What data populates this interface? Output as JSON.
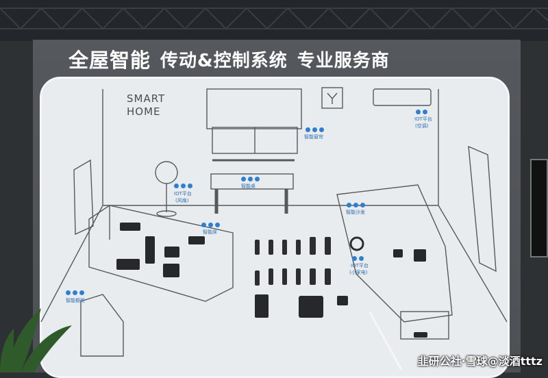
{
  "headline": {
    "part1": "全屋智能",
    "part2": "传动&控制系统",
    "part3": "专业服务商"
  },
  "brand": {
    "smart": "SMART",
    "home": "HOME"
  },
  "labels": {
    "curtain": "智能窗帘",
    "iot_ac": "IOT平台",
    "iot_ac_sub": "(空调)",
    "iot_fan": "IOT平台",
    "iot_fan_sub": "(风扇)",
    "smart_table": "智能桌",
    "smart_bed": "智能床",
    "smart_sofa": "智能沙发",
    "iot_mini": "IOT平台",
    "iot_mini_sub": "(小家电)",
    "smart_cabinet": "智能橱柜"
  },
  "watermark": "韭研公社·雪球@淡酒tttz",
  "colors": {
    "accent": "#2f7fd0",
    "panel": "#e9ecee",
    "board": "#55585c",
    "line": "#55595d"
  }
}
